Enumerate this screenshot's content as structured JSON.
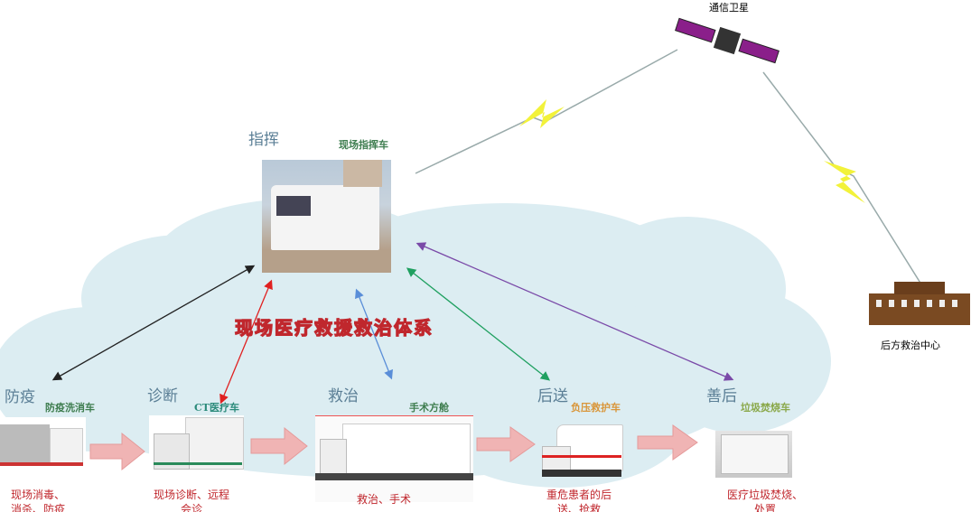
{
  "satellite": {
    "label": "通信卫星"
  },
  "rear_center": {
    "label": "后方救治中心"
  },
  "title": "现场医疗救援救治体系",
  "command": {
    "stage": "指挥",
    "vehicle": "现场指挥车"
  },
  "stages": [
    {
      "stage": "防疫",
      "vehicle": "防疫洗消车",
      "caption_l1": "现场消毒、",
      "caption_l2": "消杀、防疫",
      "vehicle_color": "#3e7d4f"
    },
    {
      "stage": "诊断",
      "vehicle": "CT医疗车",
      "caption_l1": "现场诊断、远程",
      "caption_l2": "会诊",
      "vehicle_color": "#2a8a7a"
    },
    {
      "stage": "救治",
      "vehicle": "手术方舱",
      "caption_l1": "救治、手术",
      "caption_l2": "",
      "vehicle_color": "#3e7d4f"
    },
    {
      "stage": "后送",
      "vehicle": "负压救护车",
      "caption_l1": "重危患者的后",
      "caption_l2": "送、抢救",
      "vehicle_color": "#d9963a"
    },
    {
      "stage": "善后",
      "vehicle": "垃圾焚烧车",
      "caption_l1": "医疗垃圾焚烧、",
      "caption_l2": "处置",
      "vehicle_color": "#8aa84a"
    }
  ],
  "colors": {
    "cloud": "#dcedf2",
    "flow_arrow": "#f0b4b4",
    "caption": "#c0272d",
    "bolt": "#f2f23a"
  }
}
